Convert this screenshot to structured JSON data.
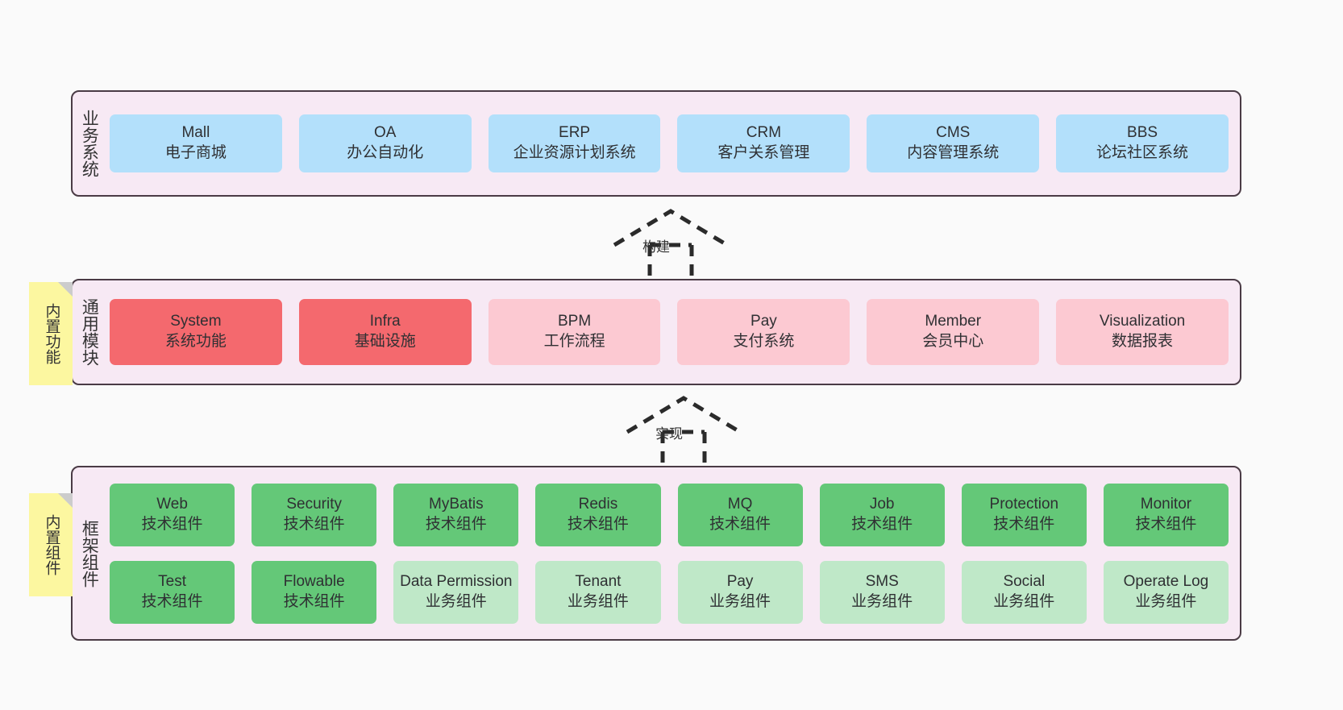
{
  "diagram": {
    "background": "#fafafa",
    "panel_fill": "#f7e9f4",
    "panel_stroke": "#4a3b45",
    "sticky_fill": "#fcf7a0",
    "colors": {
      "blue": "#b3e0fb",
      "red_strong": "#f4696e",
      "red_soft": "#fcc9d2",
      "green_strong": "#64c878",
      "green_soft": "#bfe8c8"
    }
  },
  "layers": {
    "business": {
      "caption": "业务系统",
      "cards": [
        {
          "en": "Mall",
          "cn": "电子商城",
          "style": "blue"
        },
        {
          "en": "OA",
          "cn": "办公自动化",
          "style": "blue"
        },
        {
          "en": "ERP",
          "cn": "企业资源计划系统",
          "style": "blue"
        },
        {
          "en": "CRM",
          "cn": "客户关系管理",
          "style": "blue"
        },
        {
          "en": "CMS",
          "cn": "内容管理系统",
          "style": "blue"
        },
        {
          "en": "BBS",
          "cn": "论坛社区系统",
          "style": "blue"
        }
      ]
    },
    "common": {
      "caption": "通用模块",
      "sticky": "内置功能",
      "cards": [
        {
          "en": "System",
          "cn": "系统功能",
          "style": "red-strong"
        },
        {
          "en": "Infra",
          "cn": "基础设施",
          "style": "red-strong"
        },
        {
          "en": "BPM",
          "cn": "工作流程",
          "style": "red-soft"
        },
        {
          "en": "Pay",
          "cn": "支付系统",
          "style": "red-soft"
        },
        {
          "en": "Member",
          "cn": "会员中心",
          "style": "red-soft"
        },
        {
          "en": "Visualization",
          "cn": "数据报表",
          "style": "red-soft"
        }
      ]
    },
    "framework": {
      "caption": "框架组件",
      "sticky": "内置组件",
      "row1": [
        {
          "en": "Web",
          "cn": "技术组件",
          "style": "green-strong"
        },
        {
          "en": "Security",
          "cn": "技术组件",
          "style": "green-strong"
        },
        {
          "en": "MyBatis",
          "cn": "技术组件",
          "style": "green-strong"
        },
        {
          "en": "Redis",
          "cn": "技术组件",
          "style": "green-strong"
        },
        {
          "en": "MQ",
          "cn": "技术组件",
          "style": "green-strong"
        },
        {
          "en": "Job",
          "cn": "技术组件",
          "style": "green-strong"
        },
        {
          "en": "Protection",
          "cn": "技术组件",
          "style": "green-strong"
        },
        {
          "en": "Monitor",
          "cn": "技术组件",
          "style": "green-strong"
        }
      ],
      "row2": [
        {
          "en": "Test",
          "cn": "技术组件",
          "style": "green-strong"
        },
        {
          "en": "Flowable",
          "cn": "技术组件",
          "style": "green-strong"
        },
        {
          "en": "Data Permission",
          "cn": "业务组件",
          "style": "green-soft"
        },
        {
          "en": "Tenant",
          "cn": "业务组件",
          "style": "green-soft"
        },
        {
          "en": "Pay",
          "cn": "业务组件",
          "style": "green-soft"
        },
        {
          "en": "SMS",
          "cn": "业务组件",
          "style": "green-soft"
        },
        {
          "en": "Social",
          "cn": "业务组件",
          "style": "green-soft"
        },
        {
          "en": "Operate Log",
          "cn": "业务组件",
          "style": "green-soft"
        }
      ]
    }
  },
  "connectors": [
    {
      "label": "构建",
      "direction": "up"
    },
    {
      "label": "实现",
      "direction": "up"
    }
  ]
}
